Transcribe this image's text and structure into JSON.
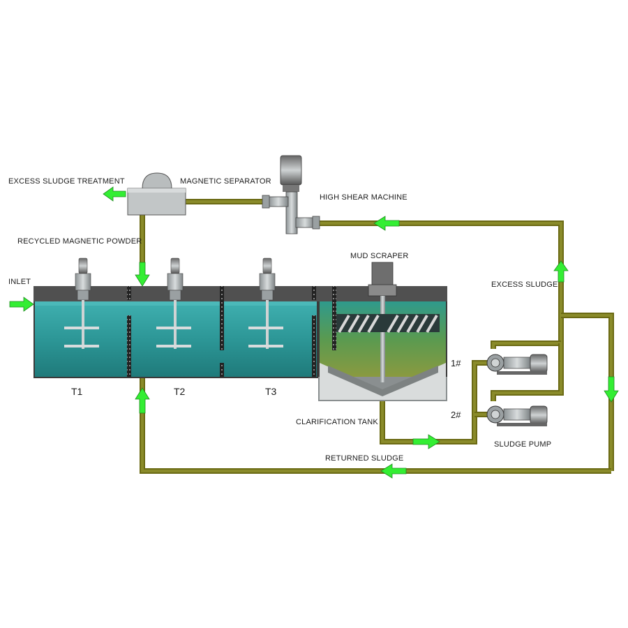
{
  "labels": {
    "excess_sludge_treatment": "EXCESS SLUDGE TREATMENT",
    "magnetic_separator": "MAGNETIC SEPARATOR",
    "high_shear_machine": "HIGH SHEAR MACHINE",
    "recycled_magnetic_powder": "RECYCLED MAGNETIC POWDER",
    "inlet": "INLET",
    "mud_scraper": "MUD SCRAPER",
    "excess_sludge": "EXCESS SLUDGE",
    "clarification_tank": "CLARIFICATION TANK",
    "sludge_pump": "SLUDGE PUMP",
    "returned_sludge": "RETURNED SLUDGE"
  },
  "tanks": [
    "T1",
    "T2",
    "T3"
  ],
  "pumps": [
    "1#",
    "2#"
  ],
  "colors": {
    "pipe": "#6b6a14",
    "arrow": "#33ee33",
    "water": "#2f9e9e",
    "tank_top": "#4a4a4a"
  }
}
